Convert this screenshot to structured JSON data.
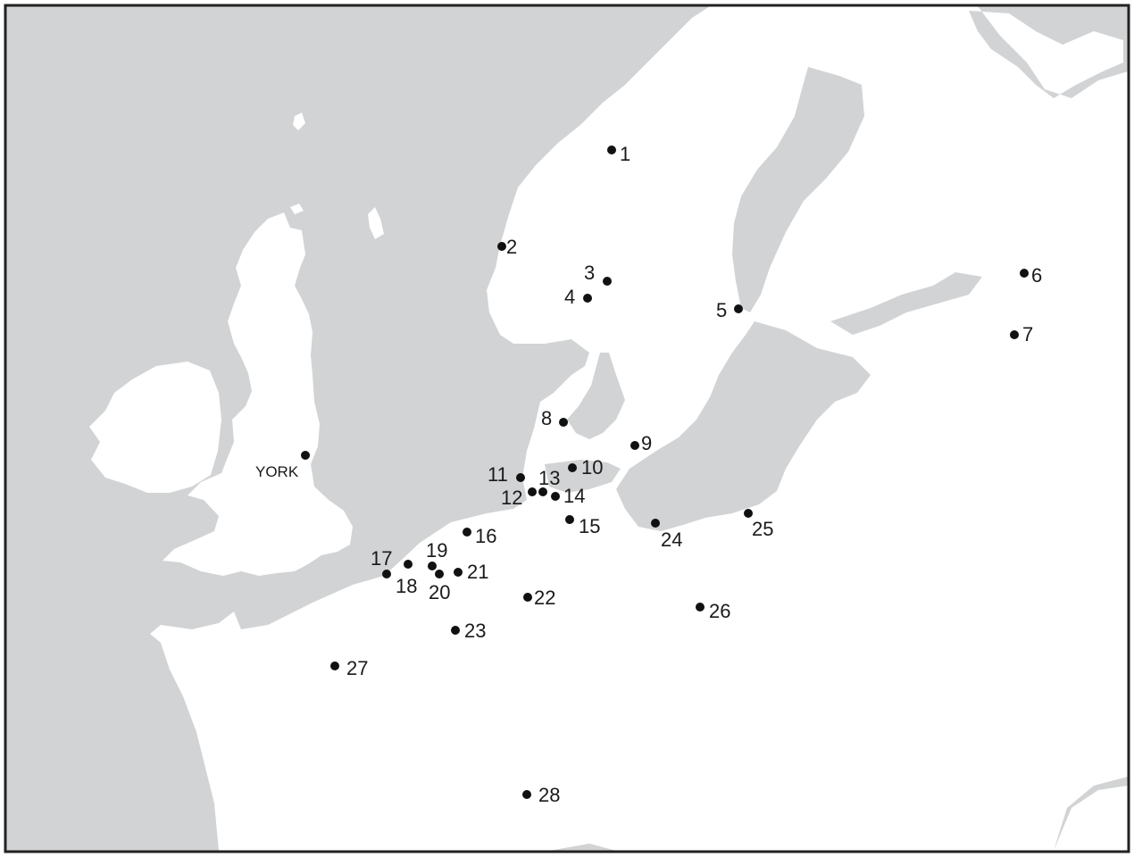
{
  "map": {
    "city": {
      "label": "YORK"
    },
    "sites": [
      {
        "label": "1"
      },
      {
        "label": "2"
      },
      {
        "label": "3"
      },
      {
        "label": "4"
      },
      {
        "label": "5"
      },
      {
        "label": "6"
      },
      {
        "label": "7"
      },
      {
        "label": "8"
      },
      {
        "label": "9"
      },
      {
        "label": "10"
      },
      {
        "label": "11"
      },
      {
        "label": "12"
      },
      {
        "label": "13"
      },
      {
        "label": "14"
      },
      {
        "label": "15"
      },
      {
        "label": "16"
      },
      {
        "label": "17"
      },
      {
        "label": "18"
      },
      {
        "label": "19"
      },
      {
        "label": "20"
      },
      {
        "label": "21"
      },
      {
        "label": "22"
      },
      {
        "label": "23"
      },
      {
        "label": "24"
      },
      {
        "label": "25"
      },
      {
        "label": "26"
      },
      {
        "label": "27"
      },
      {
        "label": "28"
      }
    ],
    "colors": {
      "sea": "#d1d3d4",
      "land": "#ffffff",
      "marker": "#111111",
      "frame": "#222222"
    }
  }
}
